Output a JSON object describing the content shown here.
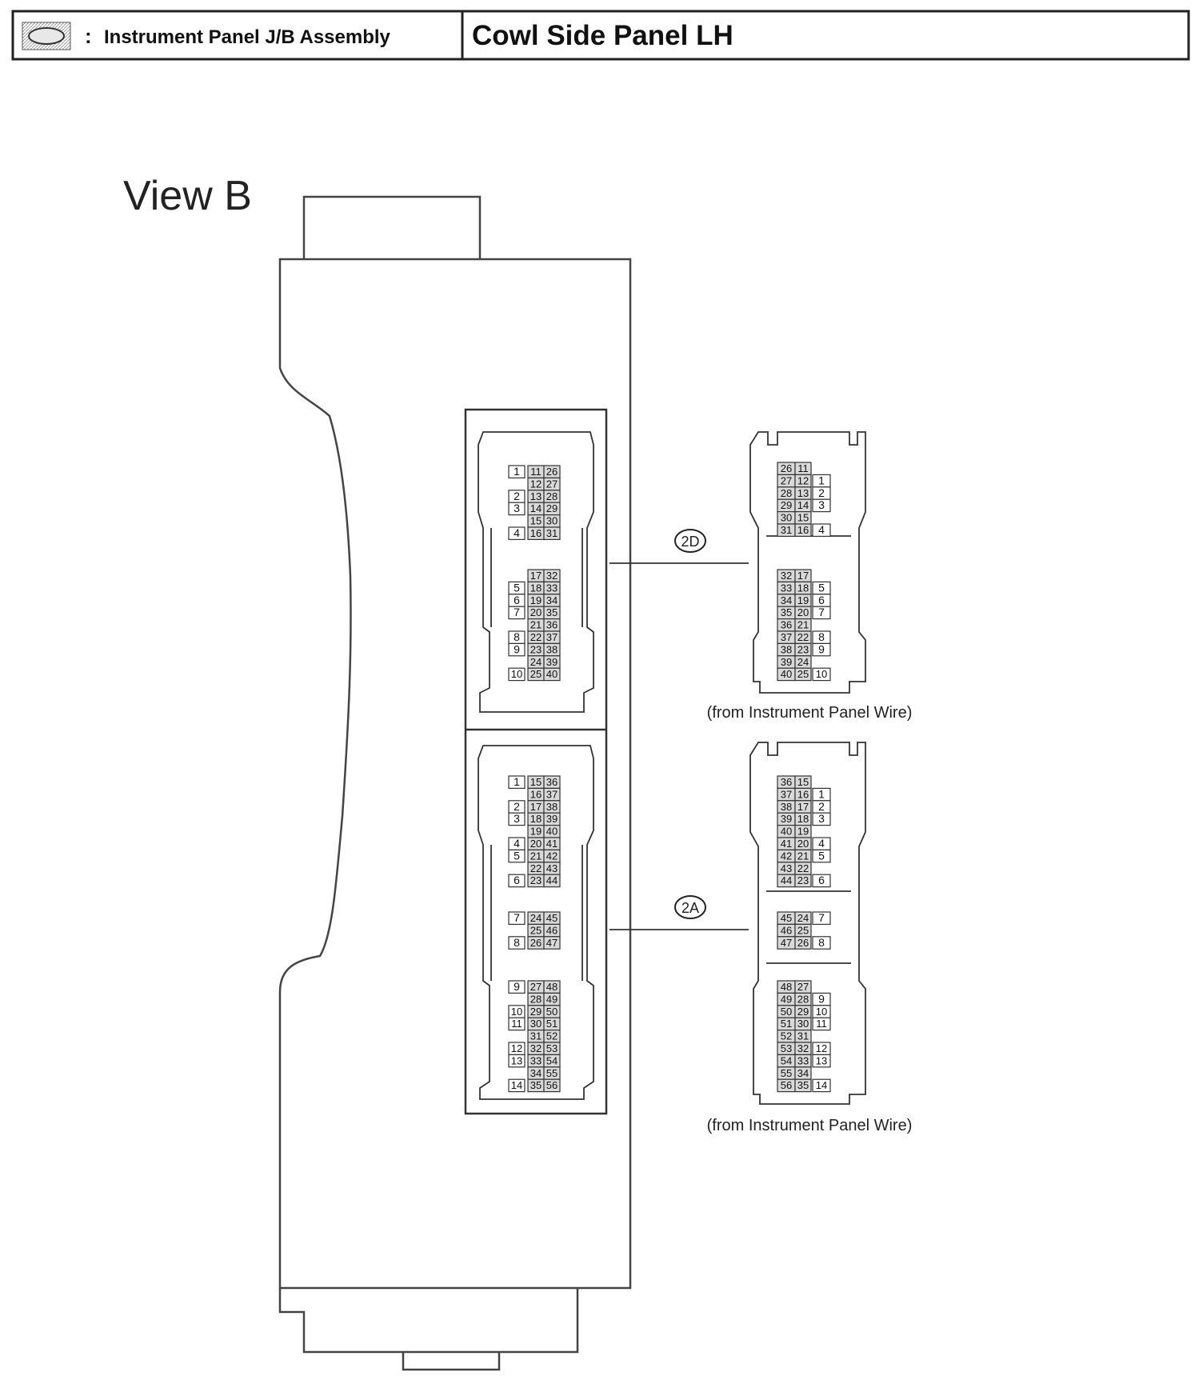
{
  "header": {
    "icon_name": "connector-oval-icon",
    "separator": ":",
    "assembly_label": "Instrument Panel J/B Assembly",
    "location_title": "Cowl Side Panel LH"
  },
  "view_label": "View B",
  "connectors": [
    {
      "code": "2D",
      "source_note": "(from Instrument Panel  Wire)",
      "jb_face": {
        "groups": [
          {
            "rows": [
              {
                "left": "1",
                "mid": "11",
                "right": "26"
              },
              {
                "left": "",
                "mid": "12",
                "right": "27"
              },
              {
                "left": "2",
                "mid": "13",
                "right": "28"
              },
              {
                "left": "3",
                "mid": "14",
                "right": "29"
              },
              {
                "left": "",
                "mid": "15",
                "right": "30"
              },
              {
                "left": "4",
                "mid": "16",
                "right": "31"
              }
            ]
          },
          {
            "rows": [
              {
                "left": "",
                "mid": "17",
                "right": "32"
              },
              {
                "left": "5",
                "mid": "18",
                "right": "33"
              },
              {
                "left": "6",
                "mid": "19",
                "right": "34"
              },
              {
                "left": "7",
                "mid": "20",
                "right": "35"
              },
              {
                "left": "",
                "mid": "21",
                "right": "36"
              },
              {
                "left": "8",
                "mid": "22",
                "right": "37"
              },
              {
                "left": "9",
                "mid": "23",
                "right": "38"
              },
              {
                "left": "",
                "mid": "24",
                "right": "39"
              },
              {
                "left": "10",
                "mid": "25",
                "right": "40"
              }
            ]
          }
        ]
      },
      "plug_face": {
        "groups": [
          {
            "rows": [
              {
                "left": "26",
                "mid": "11",
                "right": ""
              },
              {
                "left": "27",
                "mid": "12",
                "right": "1"
              },
              {
                "left": "28",
                "mid": "13",
                "right": "2"
              },
              {
                "left": "29",
                "mid": "14",
                "right": "3"
              },
              {
                "left": "30",
                "mid": "15",
                "right": ""
              },
              {
                "left": "31",
                "mid": "16",
                "right": "4"
              }
            ]
          },
          {
            "rows": [
              {
                "left": "32",
                "mid": "17",
                "right": ""
              },
              {
                "left": "33",
                "mid": "18",
                "right": "5"
              },
              {
                "left": "34",
                "mid": "19",
                "right": "6"
              },
              {
                "left": "35",
                "mid": "20",
                "right": "7"
              },
              {
                "left": "36",
                "mid": "21",
                "right": ""
              },
              {
                "left": "37",
                "mid": "22",
                "right": "8"
              },
              {
                "left": "38",
                "mid": "23",
                "right": "9"
              },
              {
                "left": "39",
                "mid": "24",
                "right": ""
              },
              {
                "left": "40",
                "mid": "25",
                "right": "10"
              }
            ]
          }
        ]
      }
    },
    {
      "code": "2A",
      "source_note": "(from Instrument Panel  Wire)",
      "jb_face": {
        "groups": [
          {
            "rows": [
              {
                "left": "1",
                "mid": "15",
                "right": "36"
              },
              {
                "left": "",
                "mid": "16",
                "right": "37"
              },
              {
                "left": "2",
                "mid": "17",
                "right": "38"
              },
              {
                "left": "3",
                "mid": "18",
                "right": "39"
              },
              {
                "left": "",
                "mid": "19",
                "right": "40"
              },
              {
                "left": "4",
                "mid": "20",
                "right": "41"
              },
              {
                "left": "5",
                "mid": "21",
                "right": "42"
              },
              {
                "left": "",
                "mid": "22",
                "right": "43"
              },
              {
                "left": "6",
                "mid": "23",
                "right": "44"
              }
            ]
          },
          {
            "rows": [
              {
                "left": "7",
                "mid": "24",
                "right": "45"
              },
              {
                "left": "",
                "mid": "25",
                "right": "46"
              },
              {
                "left": "8",
                "mid": "26",
                "right": "47"
              }
            ]
          },
          {
            "rows": [
              {
                "left": "9",
                "mid": "27",
                "right": "48"
              },
              {
                "left": "",
                "mid": "28",
                "right": "49"
              },
              {
                "left": "10",
                "mid": "29",
                "right": "50"
              },
              {
                "left": "11",
                "mid": "30",
                "right": "51"
              },
              {
                "left": "",
                "mid": "31",
                "right": "52"
              },
              {
                "left": "12",
                "mid": "32",
                "right": "53"
              },
              {
                "left": "13",
                "mid": "33",
                "right": "54"
              },
              {
                "left": "",
                "mid": "34",
                "right": "55"
              },
              {
                "left": "14",
                "mid": "35",
                "right": "56"
              }
            ]
          }
        ]
      },
      "plug_face": {
        "groups": [
          {
            "rows": [
              {
                "left": "36",
                "mid": "15",
                "right": ""
              },
              {
                "left": "37",
                "mid": "16",
                "right": "1"
              },
              {
                "left": "38",
                "mid": "17",
                "right": "2"
              },
              {
                "left": "39",
                "mid": "18",
                "right": "3"
              },
              {
                "left": "40",
                "mid": "19",
                "right": ""
              },
              {
                "left": "41",
                "mid": "20",
                "right": "4"
              },
              {
                "left": "42",
                "mid": "21",
                "right": "5"
              },
              {
                "left": "43",
                "mid": "22",
                "right": ""
              },
              {
                "left": "44",
                "mid": "23",
                "right": "6"
              }
            ]
          },
          {
            "rows": [
              {
                "left": "45",
                "mid": "24",
                "right": "7"
              },
              {
                "left": "46",
                "mid": "25",
                "right": ""
              },
              {
                "left": "47",
                "mid": "26",
                "right": "8"
              }
            ]
          },
          {
            "rows": [
              {
                "left": "48",
                "mid": "27",
                "right": ""
              },
              {
                "left": "49",
                "mid": "28",
                "right": "9"
              },
              {
                "left": "50",
                "mid": "29",
                "right": "10"
              },
              {
                "left": "51",
                "mid": "30",
                "right": "11"
              },
              {
                "left": "52",
                "mid": "31",
                "right": ""
              },
              {
                "left": "53",
                "mid": "32",
                "right": "12"
              },
              {
                "left": "54",
                "mid": "33",
                "right": "13"
              },
              {
                "left": "55",
                "mid": "34",
                "right": ""
              },
              {
                "left": "56",
                "mid": "35",
                "right": "14"
              }
            ]
          }
        ]
      }
    }
  ],
  "colors": {
    "line": "#333333",
    "pin_fill": "#d9d9d9",
    "hatch": "#9a9a9a"
  }
}
